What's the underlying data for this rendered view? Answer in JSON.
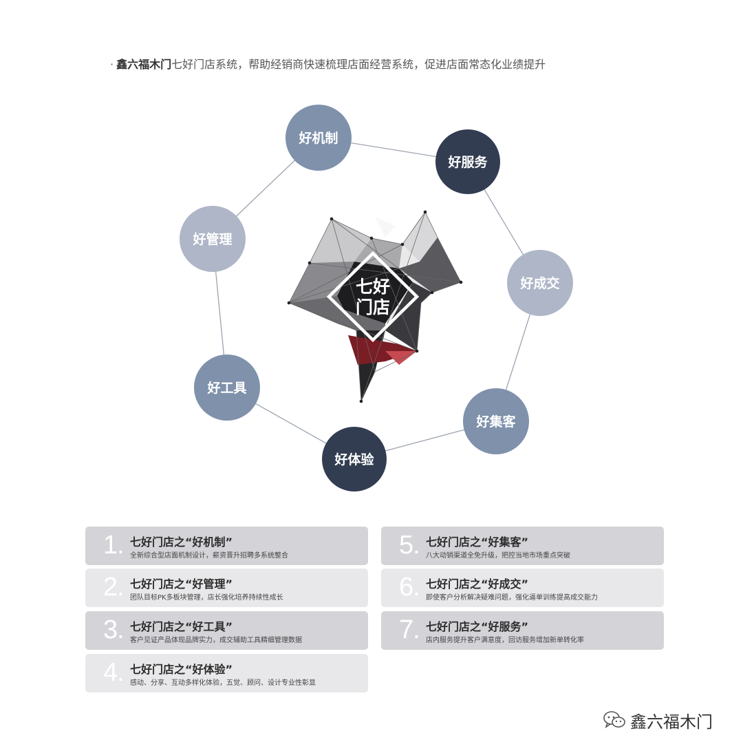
{
  "header": {
    "bullet": "·",
    "brand": "鑫六福木门",
    "text": "七好门店系统，帮助经销商快速梳理店面经营系统，促进店面常态化业绩提升"
  },
  "center": {
    "line1": "七好",
    "line2": "门店"
  },
  "nodes": [
    {
      "label": "好机制",
      "color": "#7f91ab"
    },
    {
      "label": "好服务",
      "color": "#323d52"
    },
    {
      "label": "好成交",
      "color": "#aeb6c8"
    },
    {
      "label": "好集客",
      "color": "#7f91ab"
    },
    {
      "label": "好体验",
      "color": "#323d52"
    },
    {
      "label": "好工具",
      "color": "#7f91ab"
    },
    {
      "label": "好管理",
      "color": "#aeb6c8"
    }
  ],
  "cards": [
    {
      "num": "1.",
      "title": "七好门店之“好机制”",
      "sub": "全新综合型店面机制设计，薪资晋升招聘多系统整合",
      "bg": "#d4d4d8"
    },
    {
      "num": "2.",
      "title": "七好门店之“好管理”",
      "sub": "团队目标PK多板块管理，店长强化培养持续性成长",
      "bg": "#e8e8ea"
    },
    {
      "num": "3.",
      "title": "七好门店之“好工具”",
      "sub": "客户见证产品体现品牌实力，成交辅助工具精细管理数据",
      "bg": "#d4d4d8"
    },
    {
      "num": "4.",
      "title": "七好门店之“好体验”",
      "sub": "感动、分享、互动多样化体验，五觉、顾问、设计专业性彰显",
      "bg": "#e8e8ea"
    },
    {
      "num": "5.",
      "title": "七好门店之“好集客”",
      "sub": "八大动销渠道全免升级，把控当地市场重点突破",
      "bg": "#d4d4d8"
    },
    {
      "num": "6.",
      "title": "七好门店之“好成交”",
      "sub": "即使客户分析解决疑难问题，强化逼单训练提高成交能力",
      "bg": "#e8e8ea"
    },
    {
      "num": "7.",
      "title": "七好门店之“好服务”",
      "sub": "店内服务提升客户满意度，回访服务增加新单转化率",
      "bg": "#d4d4d8"
    }
  ],
  "watermark": {
    "text": "鑫六福木门"
  }
}
